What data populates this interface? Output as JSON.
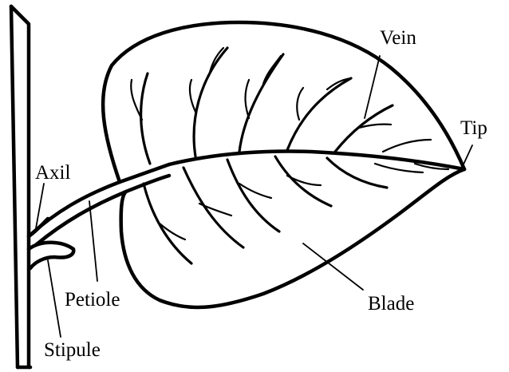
{
  "labels": {
    "vein": "Vein",
    "tip": "Tip",
    "axil": "Axil",
    "petiole": "Petiole",
    "blade": "Blade",
    "stipule": "Stipule"
  }
}
